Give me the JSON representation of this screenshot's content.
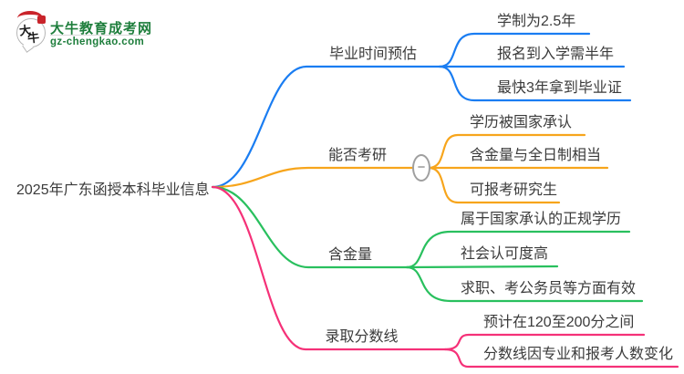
{
  "logo": {
    "icon_char_1": "大",
    "icon_char_2": "牛",
    "title": "大牛教育成考网",
    "url": "gz-chengkao.com",
    "brand_green": "#1e7e3c",
    "seal_red": "#c9242b"
  },
  "root": {
    "label": "2025年广东函授本科毕业信息"
  },
  "ui": {
    "collapse_glyph": "−"
  },
  "colors": {
    "text": "#3b3b3b"
  },
  "branches": [
    {
      "label": "毕业时间预估",
      "color": "#1a7df2",
      "children": [
        "学制为2.5年",
        "报名到入学需半年",
        "最快3年拿到毕业证"
      ]
    },
    {
      "label": "能否考研",
      "color": "#f7a51c",
      "has_collapse_button": true,
      "children": [
        "学历被国家承认",
        "含金量与全日制相当",
        "可报考研究生"
      ]
    },
    {
      "label": "含金量",
      "color": "#29c05e",
      "children": [
        "属于国家承认的正规学历",
        "社会认可度高",
        "求职、考公务员等方面有效"
      ]
    },
    {
      "label": "录取分数线",
      "color": "#f53178",
      "children": [
        "预计在120至200分之间",
        "分数线因专业和报考人数变化"
      ]
    }
  ]
}
